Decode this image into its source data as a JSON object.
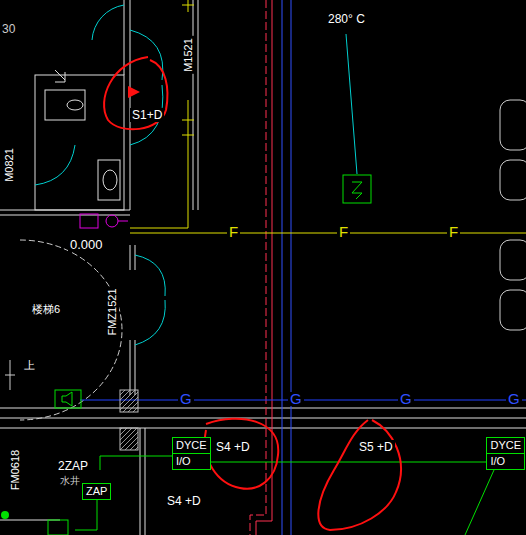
{
  "diagram": {
    "nodes": [
      {
        "text": [
          "DYCE",
          "I/O"
        ]
      },
      {
        "text": [
          "DYCE",
          "I/O"
        ]
      },
      {
        "text": [
          "ZAP"
        ]
      }
    ],
    "labels": [
      "30",
      "M1521",
      "280° C",
      "S1+D",
      "M0821",
      "0.000",
      "楼梯6",
      "FMZ1521",
      "上",
      "F",
      "F",
      "F",
      "G",
      "G",
      "G",
      "G",
      "S4 +D",
      "S5 +D",
      "S4 +D",
      "2ZAP",
      "水井",
      "FM0618"
    ]
  }
}
